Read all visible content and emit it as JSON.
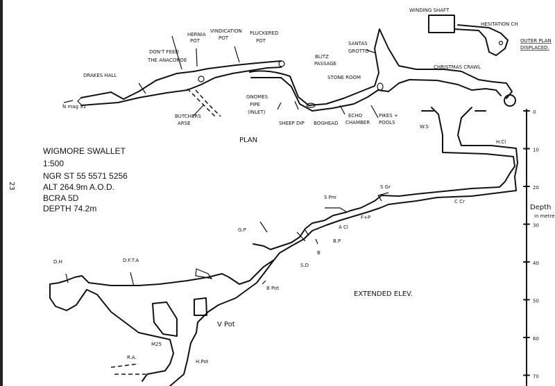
{
  "page_number": "23",
  "info": {
    "title": "WIGMORE SWALLET",
    "scale": "1:500",
    "ngr": "NGR   ST 55    5571 5256",
    "alt": "ALT   264.9m A.O.D.",
    "bcra": "BCRA   5D",
    "depth": "DEPTH   74.2m"
  },
  "plan": {
    "title": "PLAN",
    "north": "N mag 91",
    "labels": {
      "drakes_hall": "DRAKES HALL",
      "dont_feed": "DON'T FEED",
      "dont_feed2": "THE ANACONDE",
      "hernia_pot": "HERNIA",
      "hernia_pot2": "POT",
      "vindication_pot": "VINDICATION",
      "vindication_pot2": "POT",
      "pluckered_pot": "PLUCKERED",
      "pluckered_pot2": "POT",
      "butchers_arse": "BUTCHERS",
      "butchers_arse2": "ARSE",
      "gnomes_pipe": "GNOMES",
      "gnomes_pipe2": "PIPE",
      "gnomes_pipe3": "(INLET)",
      "sheep_dip": "SHEEP DIP",
      "boghead": "BOGHEAD",
      "blitz_passage": "BLITZ",
      "blitz_passage2": "PASSAGE",
      "stone_room": "STONE ROOM",
      "echo_chamber": "ECHO",
      "echo_chamber2": "CHAMBER",
      "pikes_pools": "PIKES +",
      "pikes_pools2": "POOLS",
      "santas_grotto": "SANTAS",
      "santas_grotto2": "GROTTO",
      "christmas_crawl": "CHRISTMAS CRAWL",
      "winding_shaft": "WINDING SHAFT",
      "hesitation_ch": "HESITATION CH",
      "outer_plan": "OUTER PLAN",
      "outer_plan2": "DISPLACED."
    }
  },
  "elevation": {
    "title": "EXTENDED   ELEV.",
    "labels": {
      "ws": "W.S",
      "hcl": "H.Cl",
      "sgr": "S Gr",
      "ccr": "C Cr",
      "spm": "S Pm",
      "ftp": "F+P",
      "acl": "A Cl",
      "bp": "B.P",
      "b": "B",
      "sd": "S.D",
      "gp": "G.P",
      "bpot": "B Pot",
      "dh": "D.H",
      "dfta": "D.F.T.A",
      "vpot": "V Pot",
      "m25": "M25",
      "ra": "R.A.",
      "hpot": "H.Pot"
    },
    "depth_axis": {
      "label": "Depth",
      "label2": "in metres",
      "ticks": [
        "0",
        "10",
        "20",
        "30",
        "40",
        "50",
        "60",
        "70"
      ]
    }
  }
}
